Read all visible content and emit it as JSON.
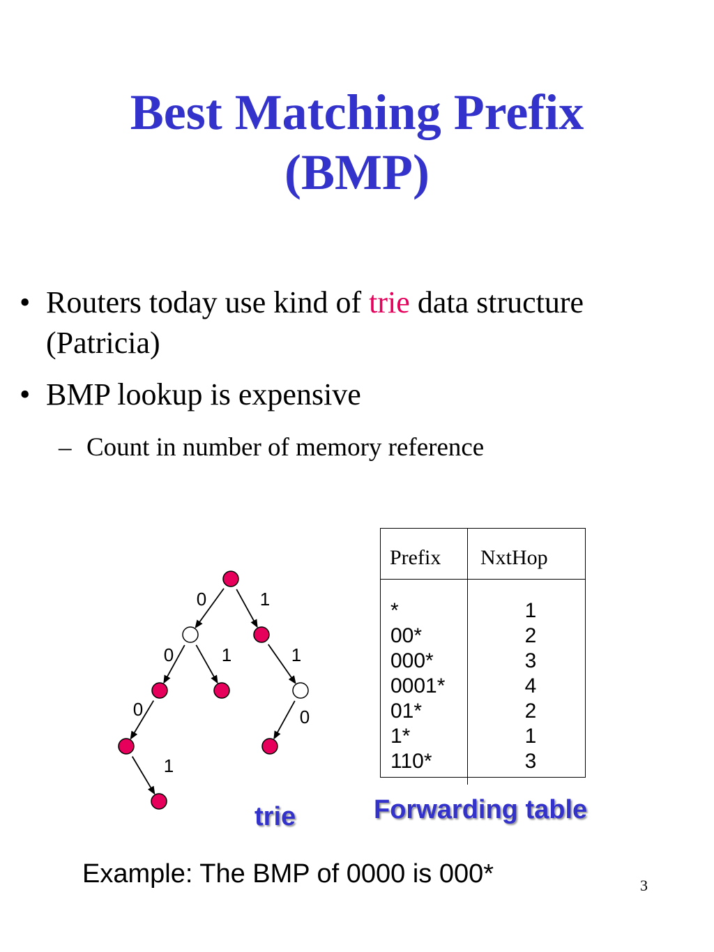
{
  "slide": {
    "title_line1": "Best Matching Prefix",
    "title_line2": "(BMP)",
    "bullets": [
      {
        "marker": "•",
        "text_before": "Routers today use kind of ",
        "highlight": "trie",
        "text_after": " data structure (Patricia)"
      },
      {
        "marker": "•",
        "text": "BMP lookup is expensive"
      }
    ],
    "sub_bullet": {
      "marker": "–",
      "text": "Count in number of memory reference"
    },
    "example": "Example: The BMP of 0000 is 000*",
    "page_number": "3",
    "colors": {
      "title": "#3333cc",
      "highlight": "#e6005c",
      "node_filled": "#e6005c",
      "node_empty": "#ffffff"
    }
  },
  "trie": {
    "caption": "trie",
    "edge_labels": [
      "0",
      "1",
      "0",
      "1",
      "1",
      "0",
      "0",
      "1"
    ],
    "node_states": [
      "filled",
      "empty",
      "filled",
      "filled",
      "filled",
      "empty",
      "filled",
      "filled",
      "filled"
    ]
  },
  "table": {
    "caption": "Forwarding table",
    "headers": {
      "prefix": "Prefix",
      "next_hop": "NxtHop"
    },
    "rows": [
      {
        "prefix": "*",
        "next_hop": "1"
      },
      {
        "prefix": "00*",
        "next_hop": "2"
      },
      {
        "prefix": "000*",
        "next_hop": "3"
      },
      {
        "prefix": "0001*",
        "next_hop": "4"
      },
      {
        "prefix": "01*",
        "next_hop": "2"
      },
      {
        "prefix": "1*",
        "next_hop": "1"
      },
      {
        "prefix": "110*",
        "next_hop": "3"
      }
    ]
  }
}
